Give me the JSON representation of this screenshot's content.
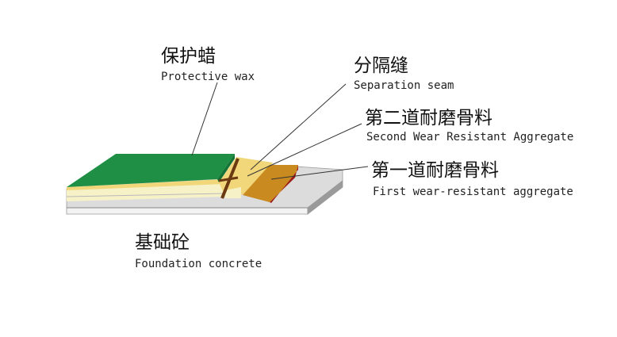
{
  "labels": {
    "protective_wax": {
      "cn": "保护蜡",
      "en": "Protective wax"
    },
    "separation_seam": {
      "cn": "分隔缝",
      "en": "Separation seam"
    },
    "second_aggregate": {
      "cn": "第二道耐磨骨料",
      "en": "Second Wear Resistant Aggregate"
    },
    "first_aggregate": {
      "cn": "第一道耐磨骨料",
      "en": "First wear-resistant aggregate"
    },
    "foundation": {
      "cn": "基础砼",
      "en": "Foundation concrete"
    }
  },
  "colors": {
    "concrete_top": "#dcdcdc",
    "concrete_front": "#f2f2f2",
    "concrete_side": "#9a9a9a",
    "wax_green": "#1f8f45",
    "wax_green_dark": "#157335",
    "aggregate_yellow": "#f1d77a",
    "aggregate_light": "#f7f1c8",
    "aggregate_orange": "#c98a1f",
    "seam_brown": "#6b3a12",
    "aggregate_red_edge": "#9b1c1c"
  }
}
